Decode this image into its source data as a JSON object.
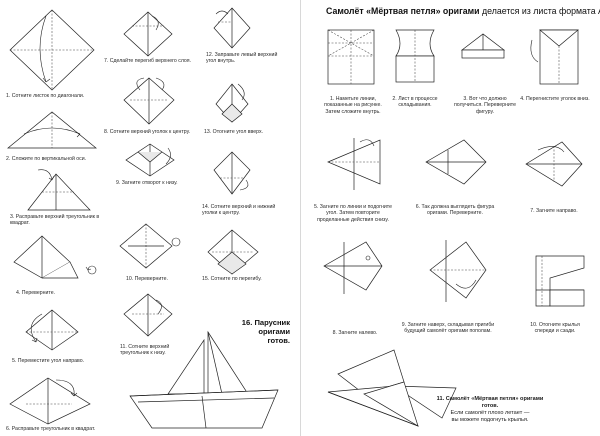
{
  "left_page": {
    "steps": [
      {
        "label": "1. Сотните листок по диагонали."
      },
      {
        "label": "2. Сложите по вертикальной оси."
      },
      {
        "label": "3. Расправьте верхний треугольник в квадрат."
      },
      {
        "label": "4. Переверните."
      },
      {
        "label": "5. Переместите угол направо."
      },
      {
        "label": "6. Расправьте треугольник в квадрат."
      },
      {
        "label": "7. Сделайте перегиб верхнего слоя."
      },
      {
        "label": "8. Сотните верхний уголок к центру."
      },
      {
        "label": "9. Загните отворот к низу."
      },
      {
        "label": "10. Переверните."
      },
      {
        "label": "11. Сотните верхний треугольник к низу."
      },
      {
        "label": "12. Заправьте левый верхний угол внутрь."
      },
      {
        "label": "13. Отогните угол вверх."
      },
      {
        "label": "14. Сотните верхний и нижний уголки к центру."
      },
      {
        "label": "15. Сотните по перегибу."
      }
    ],
    "final": {
      "line1": "16. Парусник",
      "line2": "оригами",
      "line3": "готов."
    }
  },
  "right_page": {
    "title_bold": "Самолёт «Мёртвая петля» оригами",
    "title_rest": " делается из листа формата А4.",
    "steps": [
      {
        "label": "1. Наметьте линии, показанные на рисунке. Затем сложите внутрь."
      },
      {
        "label": "2. Лист в процессе складывания."
      },
      {
        "label": "3. Вот что должно получиться. Переверните фигуру."
      },
      {
        "label": "4. Перегнистите уголок вниз."
      },
      {
        "label": "5. Загните по линии и подогните угол. Затем повторите проделанные действия снизу."
      },
      {
        "label": "6. Так должна выглядеть фигура оригами. Переверните."
      },
      {
        "label": "7. Загните направо."
      },
      {
        "label": "8. Загните налево."
      },
      {
        "label": "9. Загните наверх, складывая пригиби будущий самолёт оригами пополам."
      },
      {
        "label": "10. Отогните крылья спереди и сзади."
      }
    ],
    "final": {
      "bold": "11. Самолёт «Мёртвая петля» оригами готов.",
      "line2": "Если самолёт плохо летает —",
      "line3": "вы можете подогнуть крылья."
    }
  }
}
